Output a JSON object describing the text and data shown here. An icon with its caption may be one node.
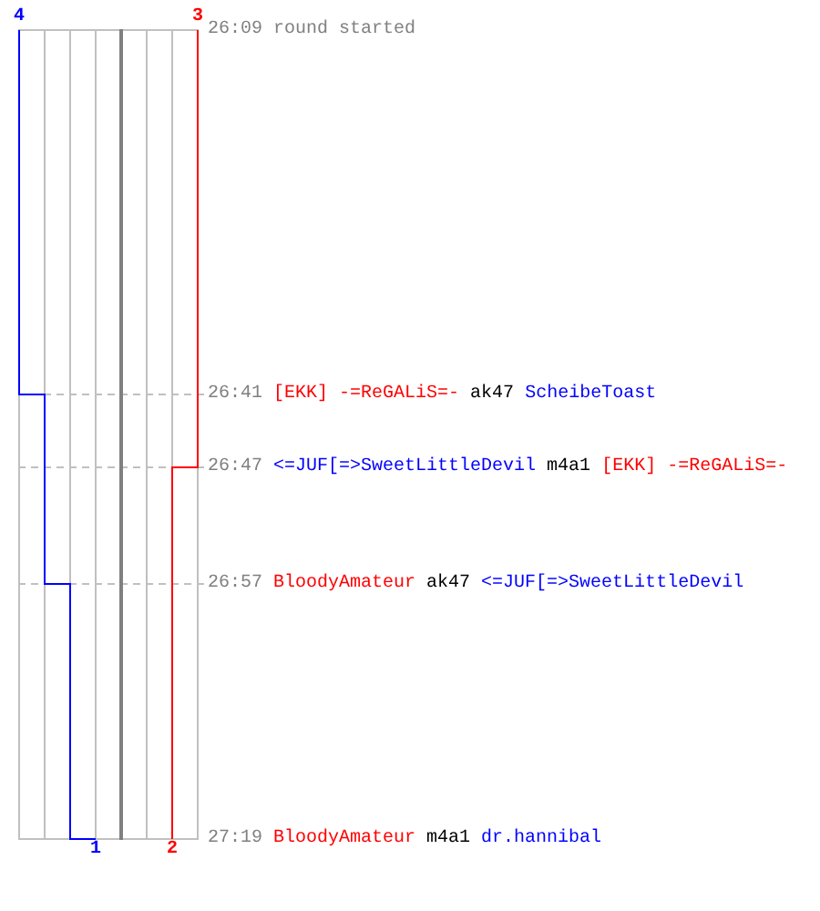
{
  "diagram": {
    "labels": [
      "4",
      "3",
      "26:09",
      "round started",
      "26:41",
      "[EKK] -=ReGALiS=-",
      "ak47",
      "ScheibeToast",
      "26:47",
      "<=JUF[=>SweetLittleDevil",
      "m4a1",
      "[EKK] -=ReGALiS=-",
      "26:57",
      "BloodyAmateur",
      "ak47",
      "<=JUF[=>SweetLittleDevil",
      "27:19",
      "BloodyAmateur",
      "m4a1",
      "dr.hannibal",
      "1",
      "2"
    ]
  }
}
